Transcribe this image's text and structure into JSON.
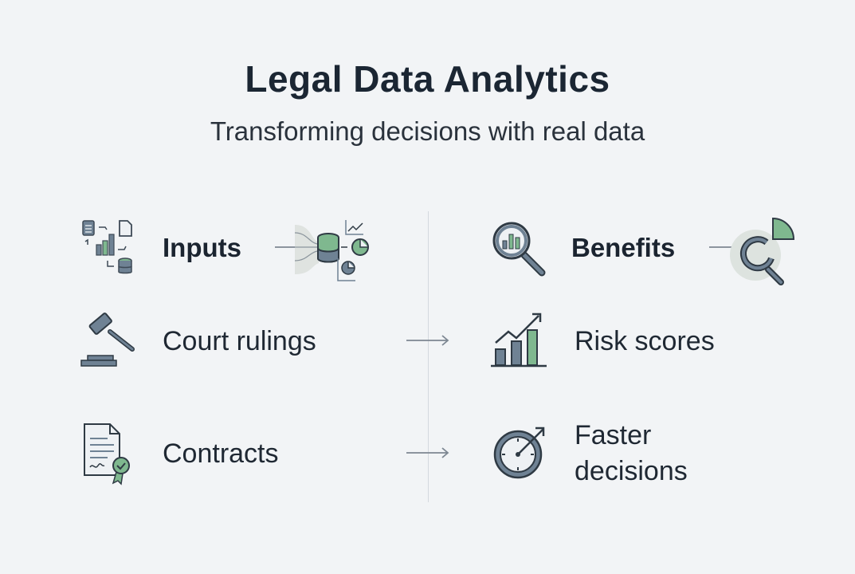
{
  "header": {
    "title": "Legal Data Analytics",
    "subtitle": "Transforming decisions with real data"
  },
  "left": {
    "heading": "Inputs",
    "items": [
      {
        "label": "Court rulings",
        "icon": "gavel-icon"
      },
      {
        "label": "Contracts",
        "icon": "certified-contract-icon"
      }
    ]
  },
  "right": {
    "heading": "Benefits",
    "items": [
      {
        "label": "Risk scores",
        "icon": "rising-bar-chart-icon"
      },
      {
        "label_line1": "Faster",
        "label_line2": "decisions",
        "icon": "speed-gauge-icon"
      }
    ]
  },
  "colors": {
    "background": "#f2f4f6",
    "slate": "#6f8294",
    "green": "#7fb88f",
    "text": "#1b2430"
  }
}
